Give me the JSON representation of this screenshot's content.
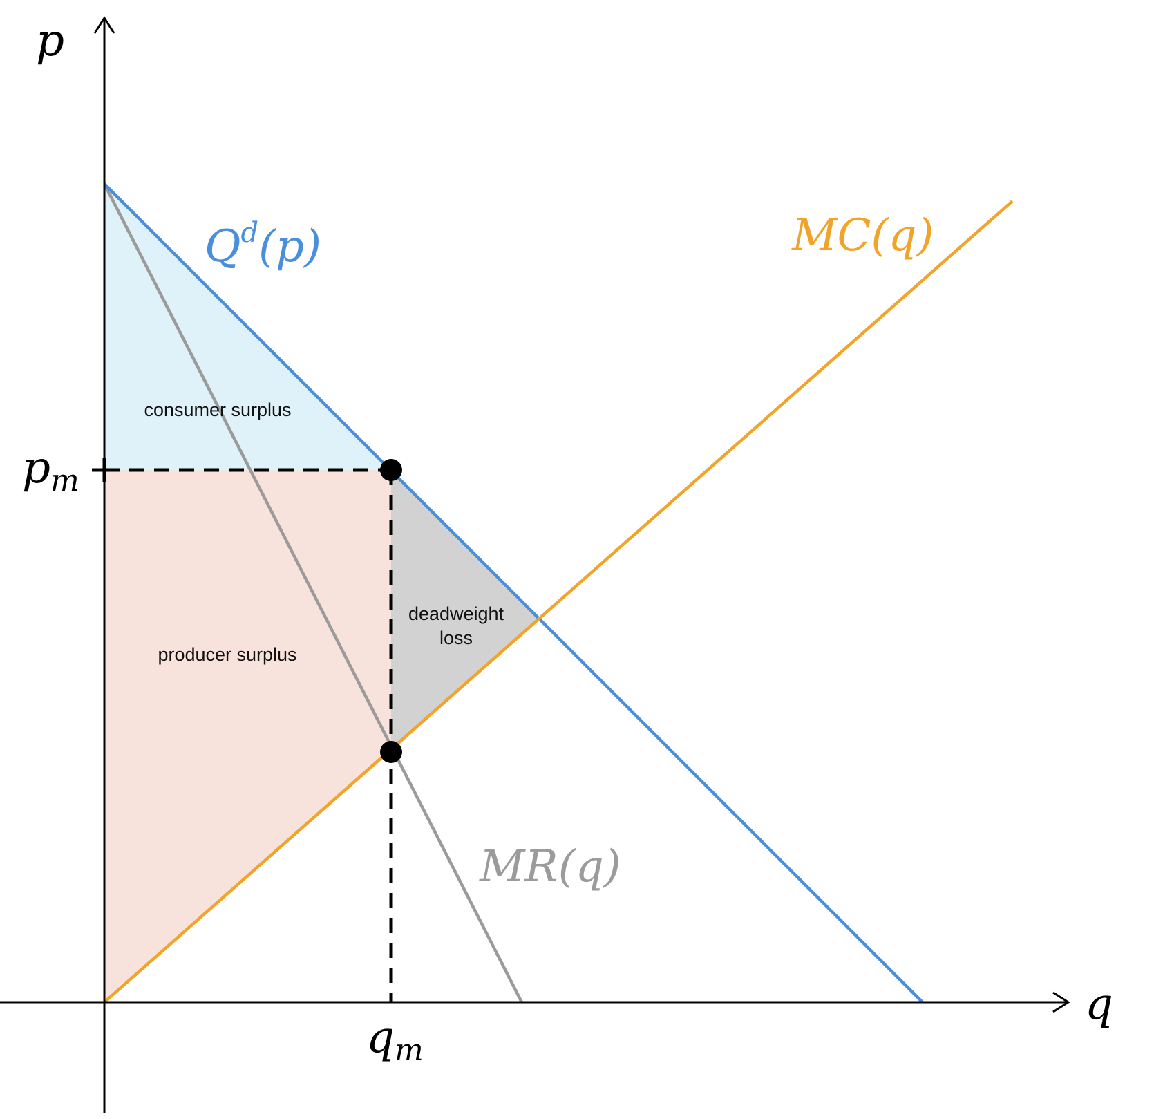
{
  "colors": {
    "demand": "#4a8fdc",
    "marginal_cost": "#f2a42a",
    "marginal_revenue": "#9b9b9b",
    "consumer_surplus": "#dff1f9",
    "producer_surplus": "#f8e3dc",
    "deadweight_loss": "#d2d2d2",
    "axes": "#000000"
  },
  "axes": {
    "x_label": "q",
    "y_label": "p"
  },
  "markers": {
    "p_m": {
      "base": "p",
      "sub": "m"
    },
    "q_m": {
      "base": "q",
      "sub": "m"
    }
  },
  "curves": {
    "demand": {
      "base": "Q",
      "sup": "d",
      "arg": "(p)"
    },
    "marginal_cost": {
      "text": "MC(q)"
    },
    "marginal_revenue": {
      "text": "MR(q)"
    }
  },
  "regions": {
    "consumer_surplus": "consumer surplus",
    "producer_surplus": "producer surplus",
    "deadweight_loss_line1": "deadweight",
    "deadweight_loss_line2": "loss"
  }
}
